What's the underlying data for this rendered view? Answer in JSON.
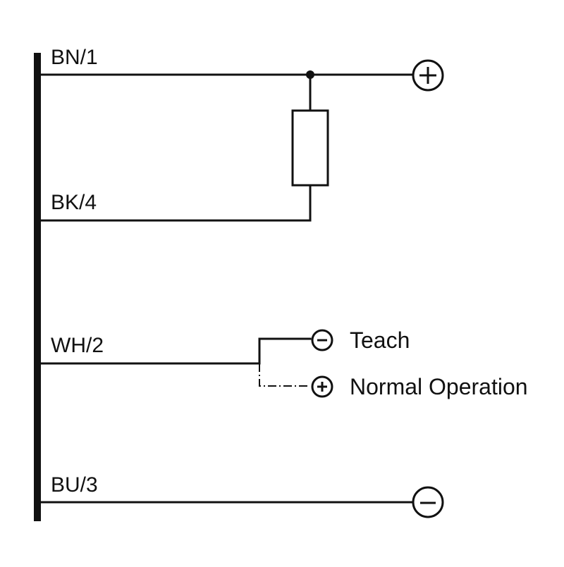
{
  "pins": {
    "bn": "BN/1",
    "bk": "BK/4",
    "wh": "WH/2",
    "bu": "BU/3"
  },
  "terminals": {
    "supply_positive": "+",
    "supply_negative": "−",
    "teach_sign": "−",
    "normal_sign": "+",
    "teach_label": "Teach",
    "normal_label": "Normal Operation"
  }
}
